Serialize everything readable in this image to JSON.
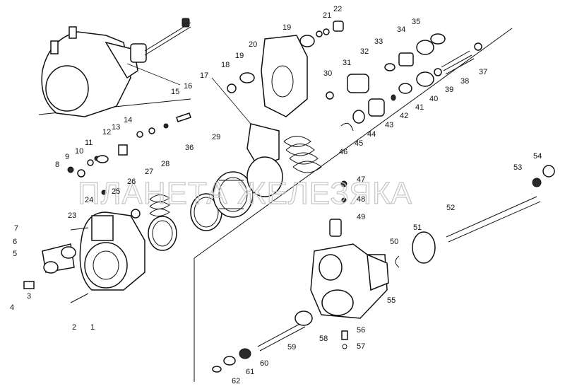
{
  "watermark": "ПЛАНЕТА ЖЕЛЕЗЯКА",
  "callouts": [
    "1",
    "2",
    "3",
    "4",
    "5",
    "6",
    "7",
    "8",
    "9",
    "10",
    "11",
    "12",
    "13",
    "14",
    "15",
    "16",
    "17",
    "18",
    "19",
    "20",
    "21",
    "22",
    "23",
    "24",
    "25",
    "26",
    "27",
    "28",
    "29",
    "30",
    "31",
    "32",
    "33",
    "34",
    "35",
    "36",
    "37",
    "38",
    "39",
    "40",
    "41",
    "42",
    "43",
    "44",
    "45",
    "46",
    "47",
    "48",
    "49",
    "50",
    "51",
    "52",
    "53",
    "54",
    "55",
    "56",
    "57",
    "58",
    "59",
    "60",
    "61",
    "62"
  ]
}
